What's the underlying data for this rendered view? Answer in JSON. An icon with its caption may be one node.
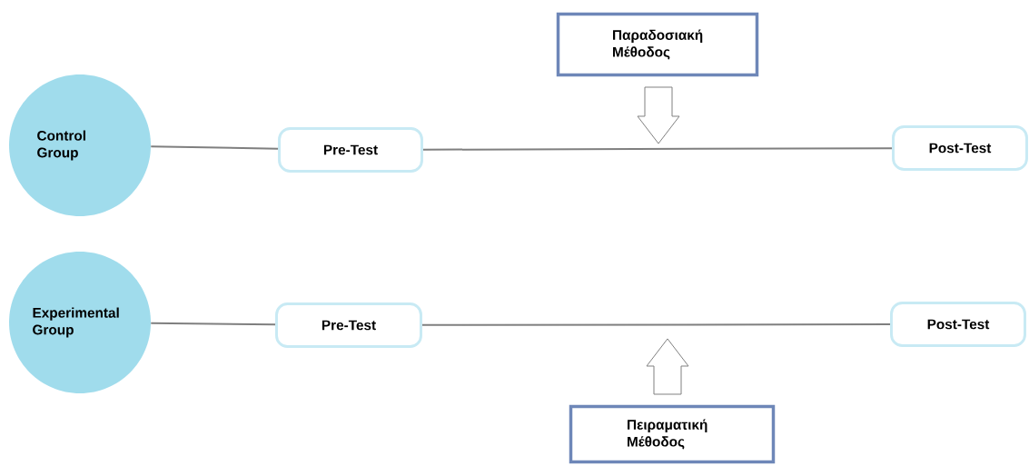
{
  "diagram": {
    "nodes": [
      {
        "text": [
          "Control Group"
        ]
      },
      {
        "text": [
          "Pre-Test"
        ]
      },
      {
        "text": [
          "Post-Test"
        ]
      },
      {
        "text": [
          "Παραδοσιακή Μέθοδος"
        ]
      },
      {
        "text": [
          "Experimental Group"
        ]
      },
      {
        "text": [
          "Pre-Test"
        ]
      },
      {
        "text": [
          "Post-Test"
        ]
      },
      {
        "text": [
          "Πειραματική Μέθοδος"
        ]
      }
    ],
    "edges": [
      {
        "from": 0,
        "to": 1,
        "arrow": "none"
      },
      {
        "from": 1,
        "to": 2,
        "arrow": "none"
      },
      {
        "from": 3,
        "to": null,
        "arrow": "to"
      },
      {
        "from": 4,
        "to": 5,
        "arrow": "none"
      },
      {
        "from": 5,
        "to": 6,
        "arrow": "none"
      },
      {
        "from": 7,
        "to": null,
        "arrow": "to"
      }
    ]
  }
}
